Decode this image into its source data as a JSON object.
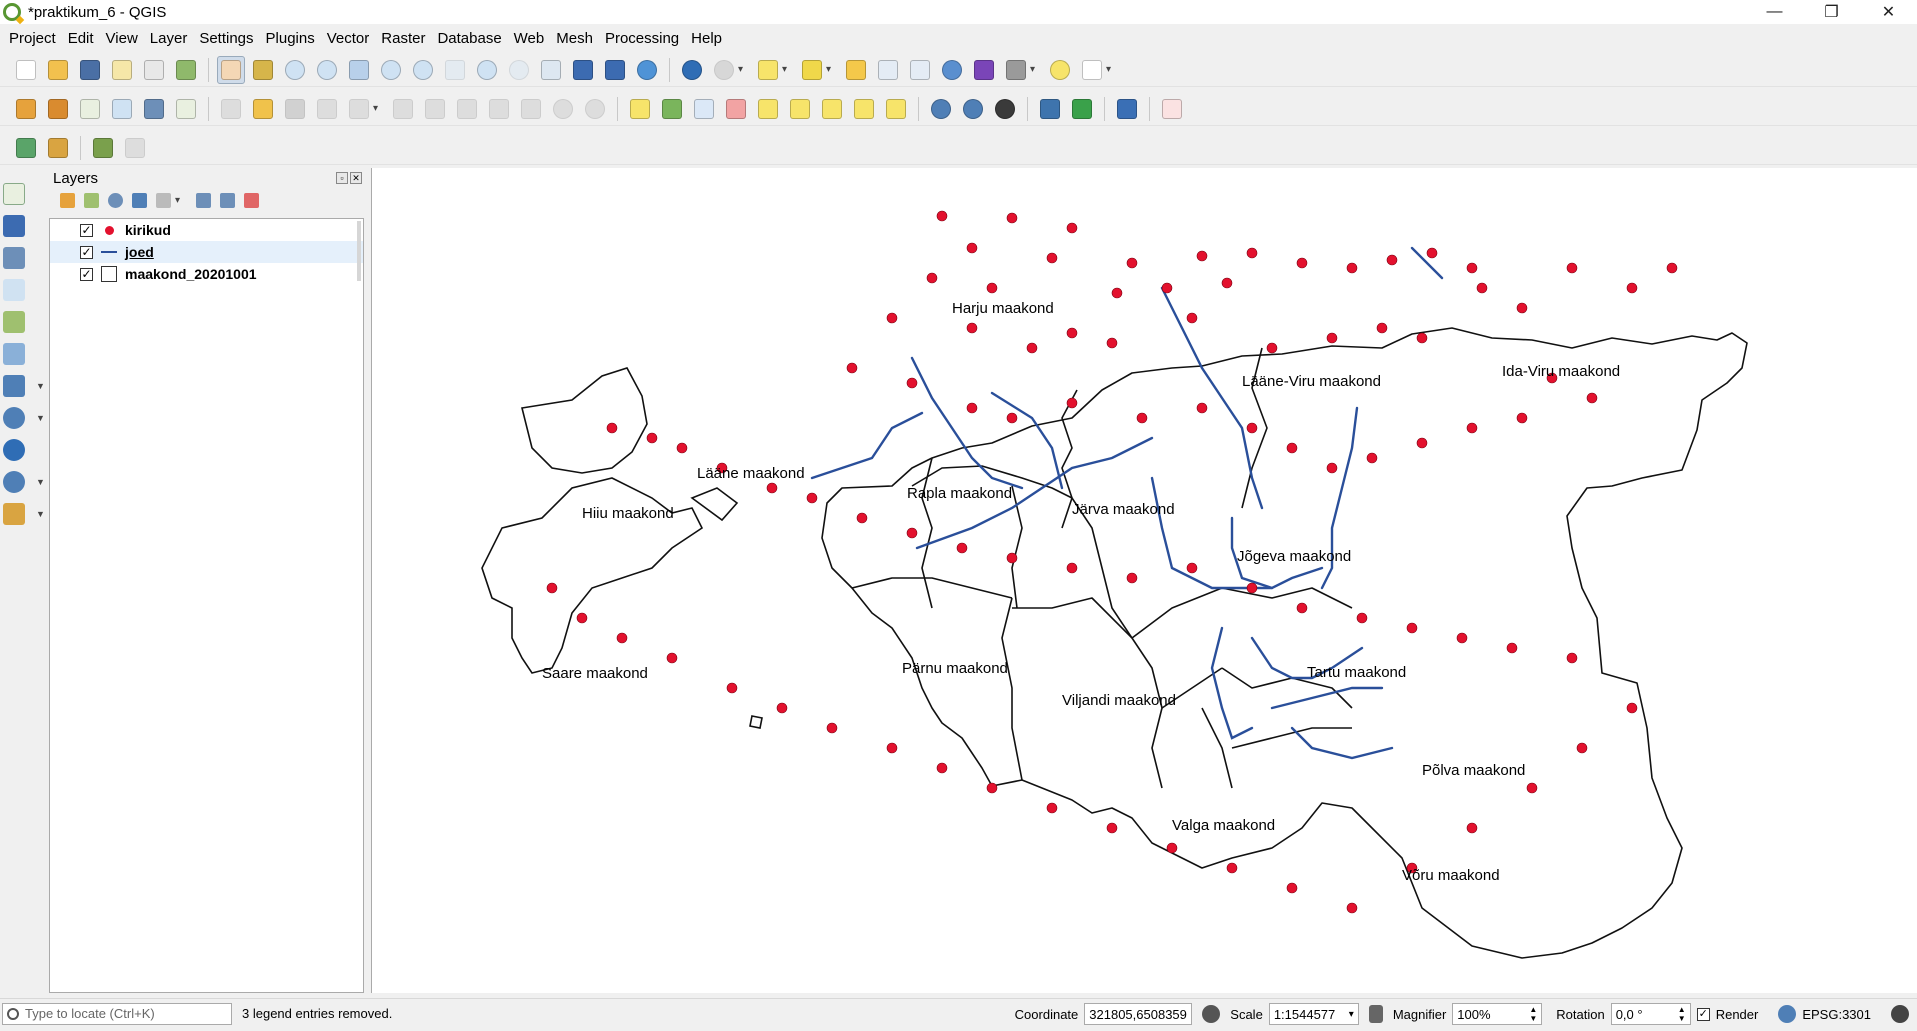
{
  "window": {
    "title": "*praktikum_6 - QGIS",
    "minimize": "—",
    "restore": "❐",
    "close": "✕"
  },
  "menu": [
    "Project",
    "Edit",
    "View",
    "Layer",
    "Settings",
    "Plugins",
    "Vector",
    "Raster",
    "Database",
    "Web",
    "Mesh",
    "Processing",
    "Help"
  ],
  "colors": {
    "accent": "#589632",
    "point": "#e3112e",
    "river": "#2a4f9a",
    "border": "#111111"
  },
  "layers_panel": {
    "title": "Layers",
    "layers": [
      {
        "name": "kirikud",
        "checked": "✓",
        "symbol": "point"
      },
      {
        "name": "joed",
        "checked": "✓",
        "symbol": "line"
      },
      {
        "name": "maakond_20201001",
        "checked": "✓",
        "symbol": "polygon"
      }
    ]
  },
  "map": {
    "county_labels": [
      "Harju maakond",
      "Lääne-Viru maakond",
      "Ida-Viru maakond",
      "Lääne maakond",
      "Rapla maakond",
      "Hiiu maakond",
      "Järva maakond",
      "Jõgeva maakond",
      "Saare maakond",
      "Pärnu maakond",
      "Viljandi maakond",
      "Tartu maakond",
      "Põlva maakond",
      "Valga maakond",
      "Võru maakond"
    ]
  },
  "status": {
    "locator_placeholder": "Type to locate (Ctrl+K)",
    "message": "3 legend entries removed.",
    "coordinate_label": "Coordinate",
    "coordinate_value": "321805,6508359",
    "scale_label": "Scale",
    "scale_value": "1:1544577",
    "magnifier_label": "Magnifier",
    "magnifier_value": "100%",
    "rotation_label": "Rotation",
    "rotation_value": "0,0 °",
    "render_label": "Render",
    "render_checked": "✓",
    "crs": "EPSG:3301"
  }
}
